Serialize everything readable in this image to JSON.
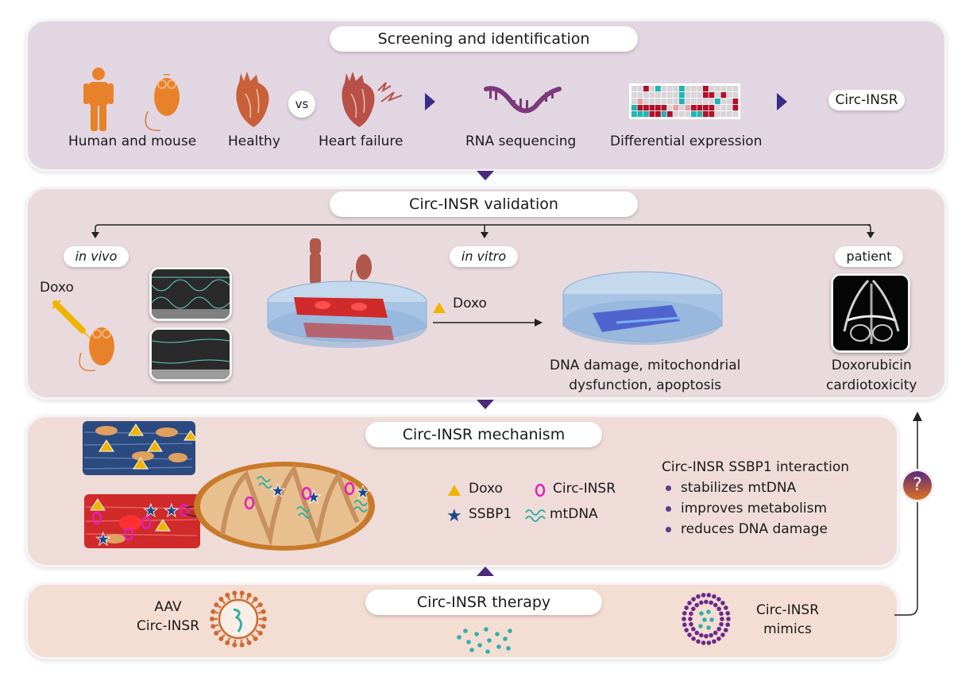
{
  "colors": {
    "panel_screening": "#e3d6e3",
    "panel_validation": "#e9dade",
    "panel_mechanism": "#efdcd8",
    "panel_therapy": "#f4ddd3",
    "accent_orange": "#e8822a",
    "heart_red": "#c0504a",
    "rna_purple": "#7a3a7a",
    "connector_triangle": "#4a2a7a",
    "heatmap_red": "#b0102a",
    "heatmap_teal": "#20b4b4",
    "doxo_yellow": "#f0b400",
    "ssbp1_blue": "#1a4a8a",
    "circ_insr_magenta": "#e020c0",
    "mtdna_teal": "#30b0a8",
    "mimic_purple": "#6a2a8a"
  },
  "screening": {
    "title": "Screening and identification",
    "items": [
      {
        "label": "Human and mouse",
        "icon": "human-and-mouse-icon"
      },
      {
        "label": "Healthy",
        "icon": "healthy-heart-icon"
      },
      {
        "label": "vs"
      },
      {
        "label": "Heart failure",
        "icon": "failing-heart-icon"
      },
      {
        "label": "RNA sequencing",
        "icon": "rna-strand-icon"
      },
      {
        "label": "Differential expression",
        "icon": "heatmap-icon"
      }
    ],
    "result": "Circ-INSR"
  },
  "validation": {
    "title": "Circ-INSR validation",
    "branches": [
      {
        "label": "in vivo"
      },
      {
        "label": "in vitro"
      },
      {
        "label": "patient"
      }
    ],
    "in_vivo_drug": "Doxo",
    "in_vitro_drug": "Doxo",
    "in_vitro_outcome_line1": "DNA damage, mitochondrial",
    "in_vitro_outcome_line2": "dysfunction, apoptosis",
    "patient_outcome_line1": "Doxorubicin",
    "patient_outcome_line2": "cardiotoxicity"
  },
  "mechanism": {
    "title": "Circ-INSR mechanism",
    "legend": [
      {
        "symbol": "triangle",
        "label": "Doxo"
      },
      {
        "symbol": "ring",
        "label": "Circ-INSR"
      },
      {
        "symbol": "star",
        "label": "SSBP1"
      },
      {
        "symbol": "squiggle",
        "label": "mtDNA"
      }
    ],
    "interaction_heading": "Circ-INSR SSBP1 interaction",
    "interaction_effects": [
      "stabilizes mtDNA",
      "improves metabolism",
      "reduces DNA damage"
    ]
  },
  "therapy": {
    "title": "Circ-INSR therapy",
    "left_line1": "AAV",
    "left_line2": "Circ-INSR",
    "right_line1": "Circ-INSR",
    "right_line2": "mimics"
  },
  "feedback": {
    "symbol": "?"
  }
}
